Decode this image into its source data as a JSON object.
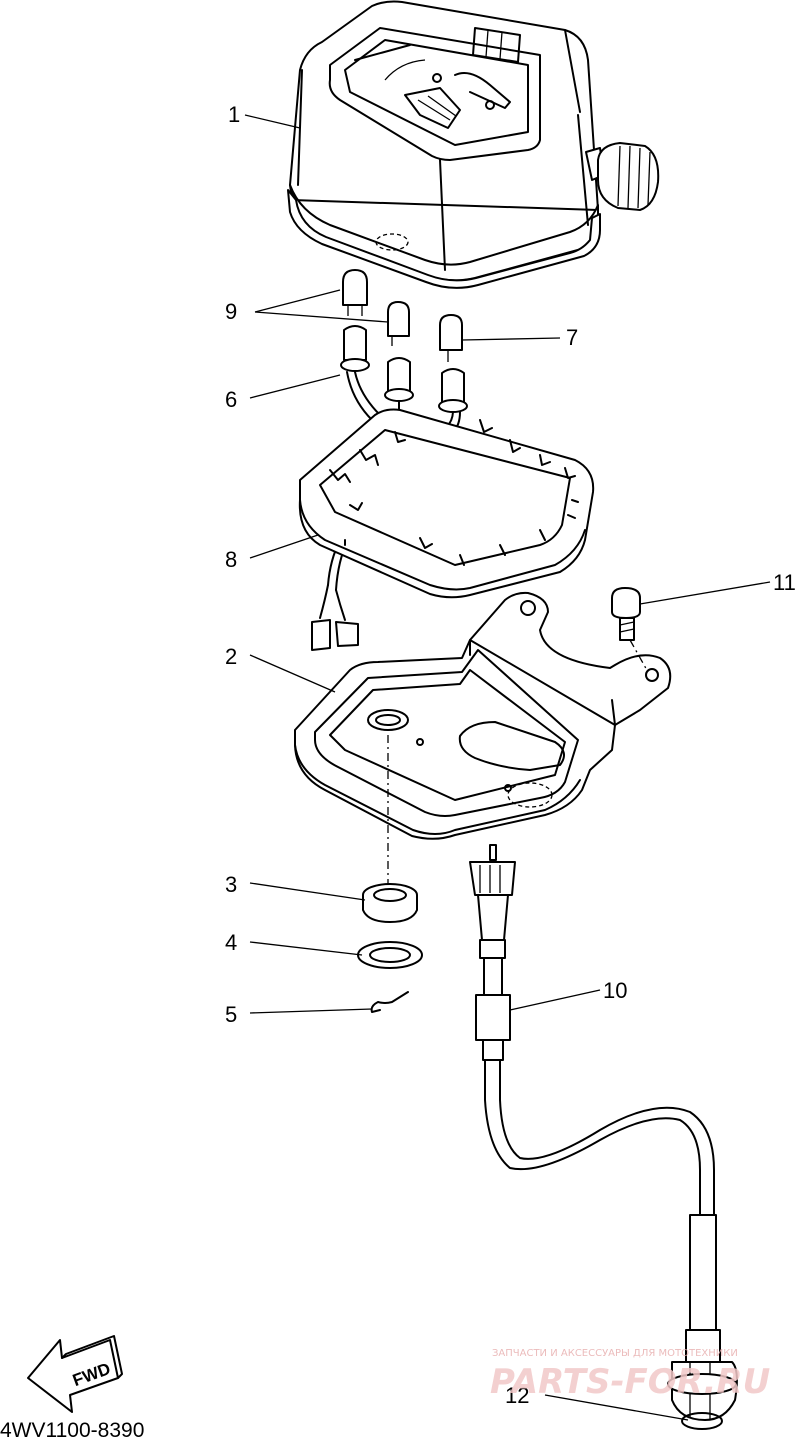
{
  "diagram": {
    "drawing_code": "4WV1100-8390",
    "fwd_label": "FWD",
    "callouts": [
      "1",
      "2",
      "3",
      "4",
      "5",
      "6",
      "7",
      "8",
      "9",
      "10",
      "11",
      "12"
    ],
    "watermark": {
      "tagline": "ЗАПЧАСТИ И АКСЕССУАРЫ ДЛЯ МОТОТЕХНИКИ",
      "logo": "PARTS-FOR.RU",
      "color": "#f2c8c8"
    },
    "line_color": "#000000",
    "background": "#ffffff"
  }
}
